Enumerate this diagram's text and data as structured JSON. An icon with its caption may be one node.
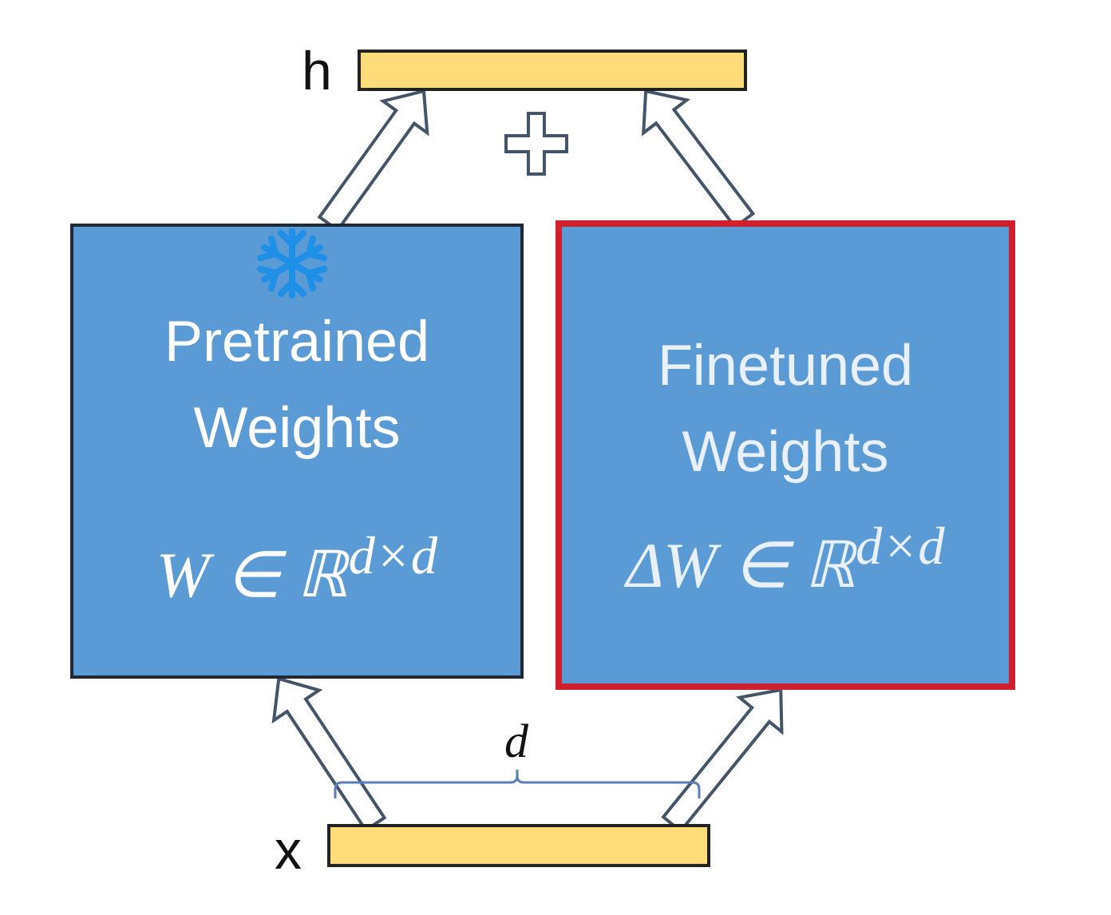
{
  "diagram": {
    "nodes": [
      {
        "text": [],
        "shape": "bar",
        "beside": [
          "h"
        ]
      },
      {
        "text": [
          "Pretrained Weights",
          "W ∈ ℝ$^{d×d}$"
        ]
      },
      {
        "text": [
          "Finetuned Weights",
          "ΔW ∈ ℝ$^{d×d}$"
        ]
      },
      {
        "text": [],
        "shape": "bar",
        "beside": [
          "x"
        ]
      }
    ],
    "edges": [
      {
        "from": 3,
        "to": 1,
        "arrow": "to"
      },
      {
        "from": 3,
        "to": 2,
        "arrow": "to"
      },
      {
        "from": 1,
        "to": 0,
        "arrow": "to"
      },
      {
        "from": 2,
        "to": 0,
        "arrow": "to"
      }
    ],
    "labels": [
      "d"
    ]
  }
}
